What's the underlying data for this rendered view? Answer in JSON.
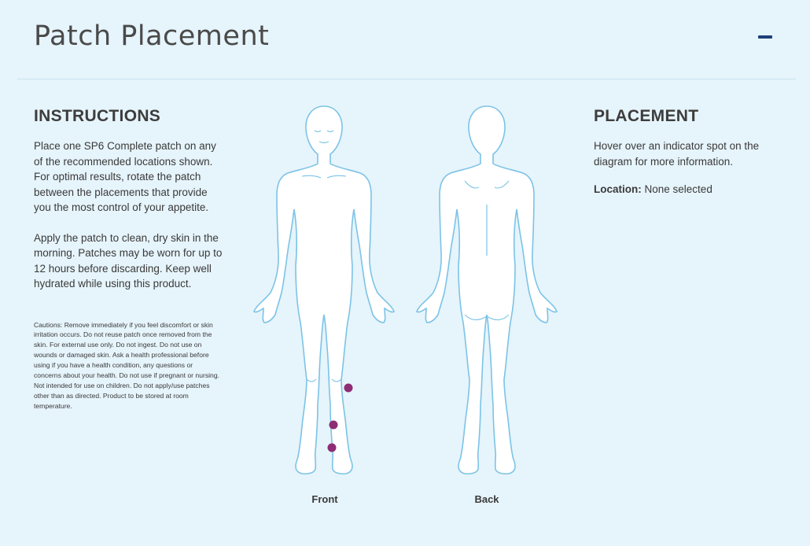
{
  "header": {
    "title": "Patch Placement",
    "collapse_icon": "minus-icon"
  },
  "instructions": {
    "heading": "INSTRUCTIONS",
    "paragraph1": "Place one SP6 Complete patch on any of the recommended locations shown. For optimal results, rotate the patch between the placements that provide you the most control of your appetite.",
    "paragraph2": "Apply the patch to clean, dry skin in the morning. Patches may be worn for up to 12 hours before discarding. Keep well hydrated while using this product.",
    "cautions": "Cautions: Remove immediately if you feel discomfort or skin irritation occurs. Do not reuse patch once removed from the skin. For external use only. Do not ingest. Do not use on wounds or damaged skin. Ask a health professional before using if you have a health condition, any questions or concerns about your health. Do not use if pregnant or nursing. Not intended for use on children. Do not apply/use patches other than as directed. Product to be stored at room temperature."
  },
  "diagram": {
    "front_label": "Front",
    "back_label": "Back",
    "outline_color": "#7cc3e6",
    "body_fill": "#ffffff",
    "indicator_color": "#8e2c74",
    "indicator_count": 3
  },
  "placement": {
    "heading": "PLACEMENT",
    "hint": "Hover over an indicator spot on the diagram for more information.",
    "location_label": "Location:",
    "location_value": "None selected"
  },
  "colors": {
    "background": "#e6f4fb",
    "accent": "#1f3f7a"
  }
}
